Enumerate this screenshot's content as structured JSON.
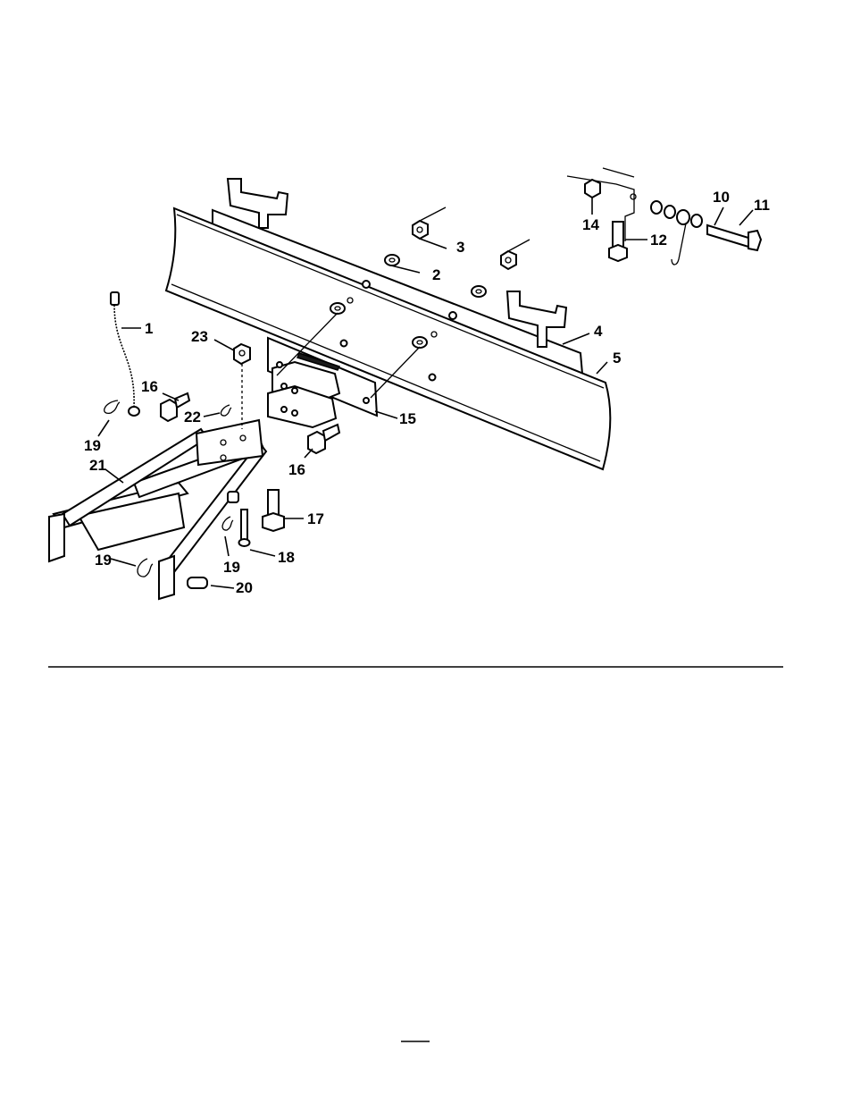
{
  "diagram": {
    "callouts": [
      {
        "id": "c1",
        "text": "1"
      },
      {
        "id": "c2",
        "text": "2"
      },
      {
        "id": "c3",
        "text": "3"
      },
      {
        "id": "c4",
        "text": "4"
      },
      {
        "id": "c5",
        "text": "5"
      },
      {
        "id": "c10",
        "text": "10"
      },
      {
        "id": "c11",
        "text": "11"
      },
      {
        "id": "c12",
        "text": "12"
      },
      {
        "id": "c14",
        "text": "14"
      },
      {
        "id": "c15",
        "text": "15"
      },
      {
        "id": "c16a",
        "text": "16"
      },
      {
        "id": "c16b",
        "text": "16"
      },
      {
        "id": "c17",
        "text": "17"
      },
      {
        "id": "c18",
        "text": "18"
      },
      {
        "id": "c19a",
        "text": "19"
      },
      {
        "id": "c19b",
        "text": "19"
      },
      {
        "id": "c19c",
        "text": "19"
      },
      {
        "id": "c20",
        "text": "20"
      },
      {
        "id": "c21",
        "text": "21"
      },
      {
        "id": "c22",
        "text": "22"
      },
      {
        "id": "c23",
        "text": "23"
      }
    ]
  }
}
